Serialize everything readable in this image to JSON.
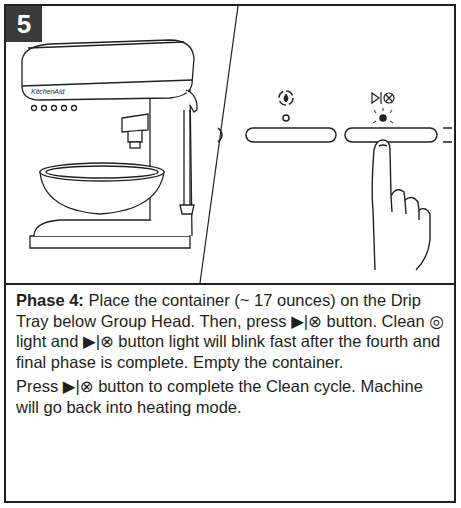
{
  "diagram": {
    "labels": [
      "5",
      "KitchenAid",
      "Phase 4:",
      "Place the container (~ 17 ounces) on the Drip Tray below Group Head. Then, press ▶|⊗ button. Clean ◎ light and ▶|⊗ button light will blink fast after the fourth and final phase is complete. Empty the container.",
      "Press ▶|⊗ button to complete the Clean cycle. Machine will go back into heating mode."
    ]
  }
}
